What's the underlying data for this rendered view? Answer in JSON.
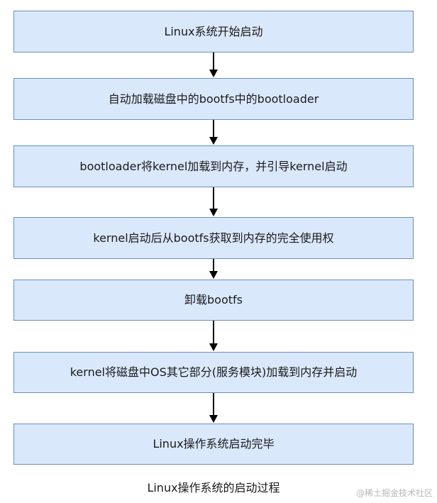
{
  "steps": [
    "Linux系统开始启动",
    "自动加载磁盘中的bootfs中的bootloader",
    "bootloader将kernel加载到内存，并引导kernel启动",
    "kernel启动后从bootfs获取到内存的完全使用权",
    "卸载bootfs",
    "kernel将磁盘中OS其它部分(服务模块)加载到内存并启动",
    "Linux操作系统启动完毕"
  ],
  "caption": "Linux操作系统的启动过程",
  "watermark": "@稀土掘金技术社区",
  "colors": {
    "box_fill": "#dae8fc",
    "box_border": "#6c8ebf",
    "arrow": "#000000"
  }
}
